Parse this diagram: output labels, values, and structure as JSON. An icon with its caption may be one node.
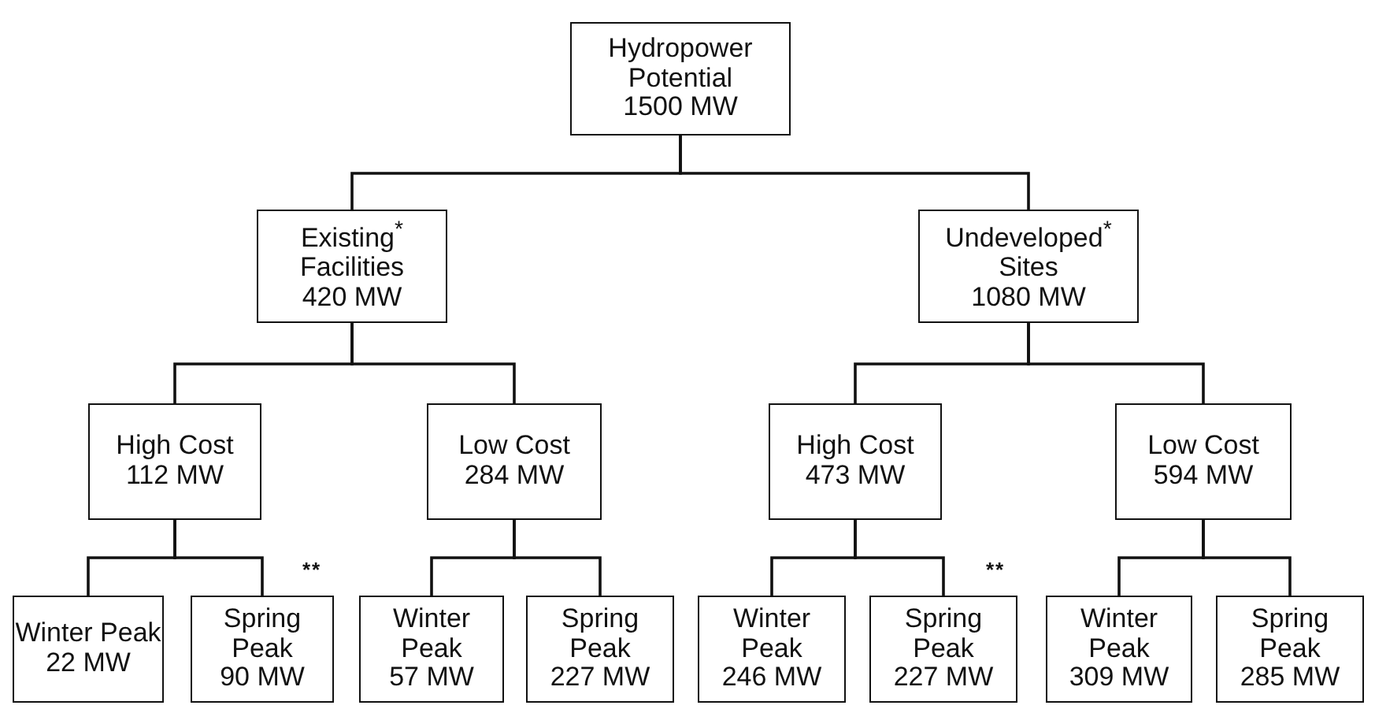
{
  "diagram": {
    "nodes": [
      {
        "text": [
          "Hydropower Potential",
          "1500 MW"
        ]
      },
      {
        "text": [
          "Existing$^{*}$ Facilities",
          "420 MW"
        ]
      },
      {
        "text": [
          "Undeveloped$^{*}$ Sites",
          "1080 MW"
        ]
      },
      {
        "text": [
          "High Cost",
          "112 MW"
        ]
      },
      {
        "text": [
          "Low Cost",
          "284 MW"
        ]
      },
      {
        "text": [
          "High Cost",
          "473 MW"
        ]
      },
      {
        "text": [
          "Low Cost",
          "594 MW"
        ]
      },
      {
        "text": [
          "Winter Peak",
          "22 MW"
        ]
      },
      {
        "text": [
          "Spring Peak",
          "90 MW"
        ],
        "beside": [
          "**"
        ]
      },
      {
        "text": [
          "Winter Peak",
          "57 MW"
        ]
      },
      {
        "text": [
          "Spring Peak",
          "227 MW"
        ]
      },
      {
        "text": [
          "Winter Peak",
          "246 MW"
        ]
      },
      {
        "text": [
          "Spring Peak",
          "227 MW"
        ],
        "beside": [
          "**"
        ]
      },
      {
        "text": [
          "Winter Peak",
          "309 MW"
        ]
      },
      {
        "text": [
          "Spring Peak",
          "285 MW"
        ]
      }
    ],
    "edges": [
      {
        "from": 0,
        "to": 1,
        "arrow": "none"
      },
      {
        "from": 0,
        "to": 2,
        "arrow": "none"
      },
      {
        "from": 1,
        "to": 3,
        "arrow": "none"
      },
      {
        "from": 1,
        "to": 4,
        "arrow": "none"
      },
      {
        "from": 2,
        "to": 5,
        "arrow": "none"
      },
      {
        "from": 2,
        "to": 6,
        "arrow": "none"
      },
      {
        "from": 3,
        "to": 7,
        "arrow": "none"
      },
      {
        "from": 3,
        "to": 8,
        "arrow": "none"
      },
      {
        "from": 4,
        "to": 9,
        "arrow": "none"
      },
      {
        "from": 4,
        "to": 10,
        "arrow": "none"
      },
      {
        "from": 5,
        "to": 11,
        "arrow": "none"
      },
      {
        "from": 5,
        "to": 12,
        "arrow": "none"
      },
      {
        "from": 6,
        "to": 13,
        "arrow": "none"
      },
      {
        "from": 6,
        "to": 14,
        "arrow": "none"
      }
    ]
  }
}
